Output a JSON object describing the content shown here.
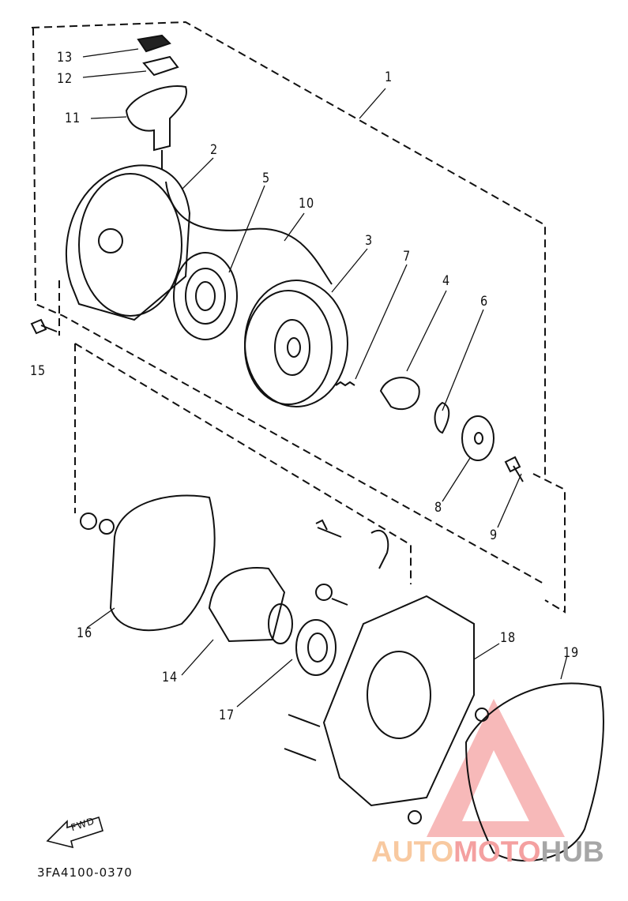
{
  "diagram_code": "3FA4100-0370",
  "fwd_label": "FWD",
  "callouts": [
    "1",
    "2",
    "3",
    "4",
    "5",
    "6",
    "7",
    "8",
    "9",
    "10",
    "11",
    "12",
    "13",
    "14",
    "15",
    "16",
    "17",
    "18",
    "19"
  ],
  "watermark": {
    "part1": "AUTO",
    "part2": "MOTO",
    "part3": "HUB",
    "color1": "#f8c9a0",
    "color2": "#f4a0a0",
    "color3": "#a6a6a6"
  }
}
